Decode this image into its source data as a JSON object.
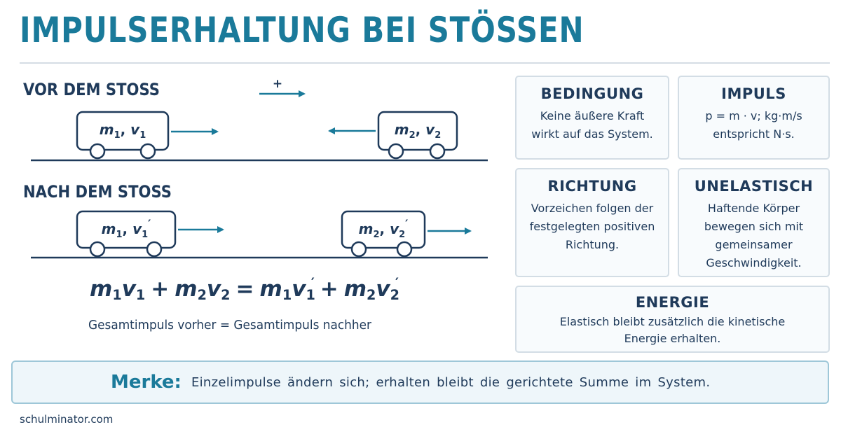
{
  "title": "IMPULSERHALTUNG BEI STÖSSEN",
  "before": {
    "label": "VOR DEM STOSS",
    "direction_sign": "+",
    "cart1": {
      "mass": "m",
      "mass_sub": "1",
      "vel": "v",
      "vel_sub": "1",
      "prime": ""
    },
    "cart2": {
      "mass": "m",
      "mass_sub": "2",
      "vel": "v",
      "vel_sub": "2",
      "prime": ""
    }
  },
  "after": {
    "label": "NACH DEM STOSS",
    "cart1": {
      "mass": "m",
      "mass_sub": "1",
      "vel": "v",
      "vel_sub": "1",
      "prime": "′"
    },
    "cart2": {
      "mass": "m",
      "mass_sub": "2",
      "vel": "v",
      "vel_sub": "2",
      "prime": "′"
    }
  },
  "equation": {
    "t1_m": "m",
    "t1_ms": "1",
    "t1_v": "v",
    "t1_vs": "1",
    "op1": "+",
    "t2_m": "m",
    "t2_ms": "2",
    "t2_v": "v",
    "t2_vs": "2",
    "eq": "=",
    "t3_m": "m",
    "t3_ms": "1",
    "t3_v": "v",
    "t3_vs": "1",
    "t3_p": "′",
    "op2": "+",
    "t4_m": "m",
    "t4_ms": "2",
    "t4_v": "v",
    "t4_vs": "2",
    "t4_p": "′"
  },
  "caption": "Gesamtimpuls vorher  =  Gesamtimpuls nachher",
  "cards": {
    "bedingung": {
      "title": "BEDINGUNG",
      "line1": "Keine äußere Kraft",
      "line2": "wirkt auf das System."
    },
    "impuls": {
      "title": "IMPULS",
      "line1": "p = m · v; kg·m/s",
      "line2": "entspricht N·s."
    },
    "richtung": {
      "title": "RICHTUNG",
      "line1": "Vorzeichen folgen der",
      "line2": "festgelegten positiven",
      "line3": "Richtung."
    },
    "unelastisch": {
      "title": "UNELASTISCH",
      "line1": "Haftende Körper",
      "line2": "bewegen sich mit",
      "line3": "gemeinsamer",
      "line4": "Geschwindigkeit."
    },
    "energie": {
      "title": "ENERGIE",
      "line1": "Elastisch bleibt zusätzlich die kinetische",
      "line2": "Energie erhalten."
    }
  },
  "merke": {
    "label": "Merke:",
    "text": "Einzelimpulse ändern sich; erhalten bleibt die gerichtete Summe im System."
  },
  "footer": "schulminator.com",
  "colors": {
    "accent": "#1a7a9a",
    "ink": "#1f3a5a",
    "border": "#d3dde5"
  }
}
